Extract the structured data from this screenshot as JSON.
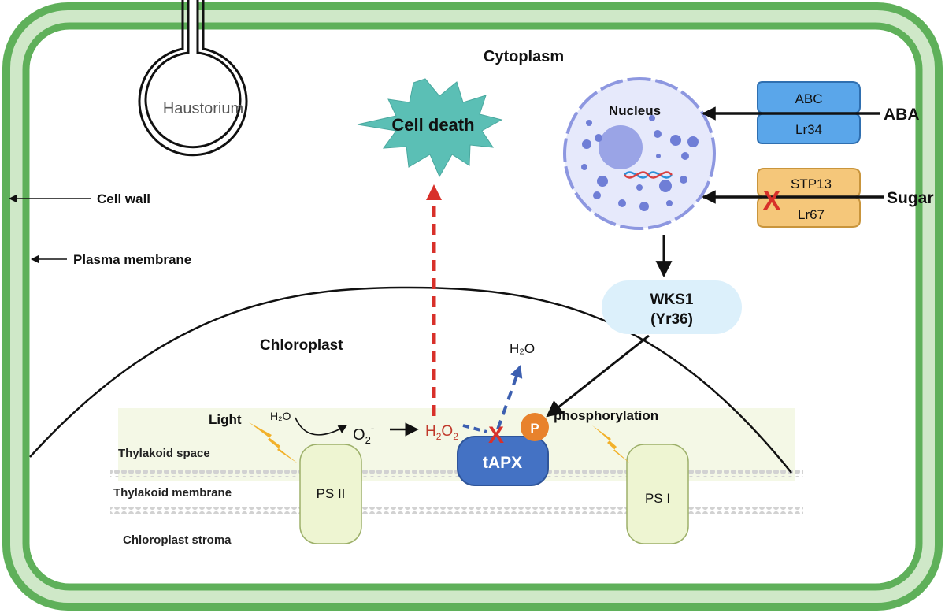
{
  "labels": {
    "cytoplasm": "Cytoplasm",
    "haustorium": "Haustorium",
    "cell_death": "Cell death",
    "nucleus": "Nucleus",
    "cell_wall": "Cell wall",
    "plasma_membrane": "Plasma membrane",
    "chloroplast": "Chloroplast",
    "wks1": "WKS1",
    "yr36": "(Yr36)",
    "abc": "ABC",
    "lr34": "Lr34",
    "aba": "ABA",
    "stp13": "STP13",
    "lr67": "Lr67",
    "sugar": "Sugar",
    "light": "Light",
    "h2o_small": "H₂O",
    "o2_base": "O",
    "o2_sub": "2",
    "o2_sup": "-",
    "h2o2_base": "H",
    "h2o2_sub1": "2",
    "h2o2_mid": "O",
    "h2o2_sub2": "2",
    "h2o_top": "H₂O",
    "tapx": "tAPX",
    "p": "P",
    "phosphorylation": "phosphorylation",
    "thylakoid_space": "Thylakoid space",
    "thylakoid_membrane": "Thylakoid membrane",
    "chloroplast_stroma": "Chloroplast stroma",
    "ps2": "PS II",
    "ps1": "PS I",
    "block_mark": "X"
  },
  "colors": {
    "cell_wall": "#5fb05a",
    "cell_wall_light": "#cfe8c8",
    "cell_death": "#5bbfb5",
    "nucleus_fill": "#e6e9fb",
    "nucleus_border": "#8d97e0",
    "abc_transporter": "#5aa6ea",
    "stp_transporter": "#f5c77a",
    "wks1": "#dcf0fb",
    "tapx": "#4472c4",
    "phospho": "#e8822c",
    "ps_fill": "#eef5d2",
    "h2o2_red": "#c0392b",
    "dashed_red": "#d8302a",
    "dashed_blue": "#3c5fb0",
    "thylakoid_band": "#f4f8e6"
  }
}
